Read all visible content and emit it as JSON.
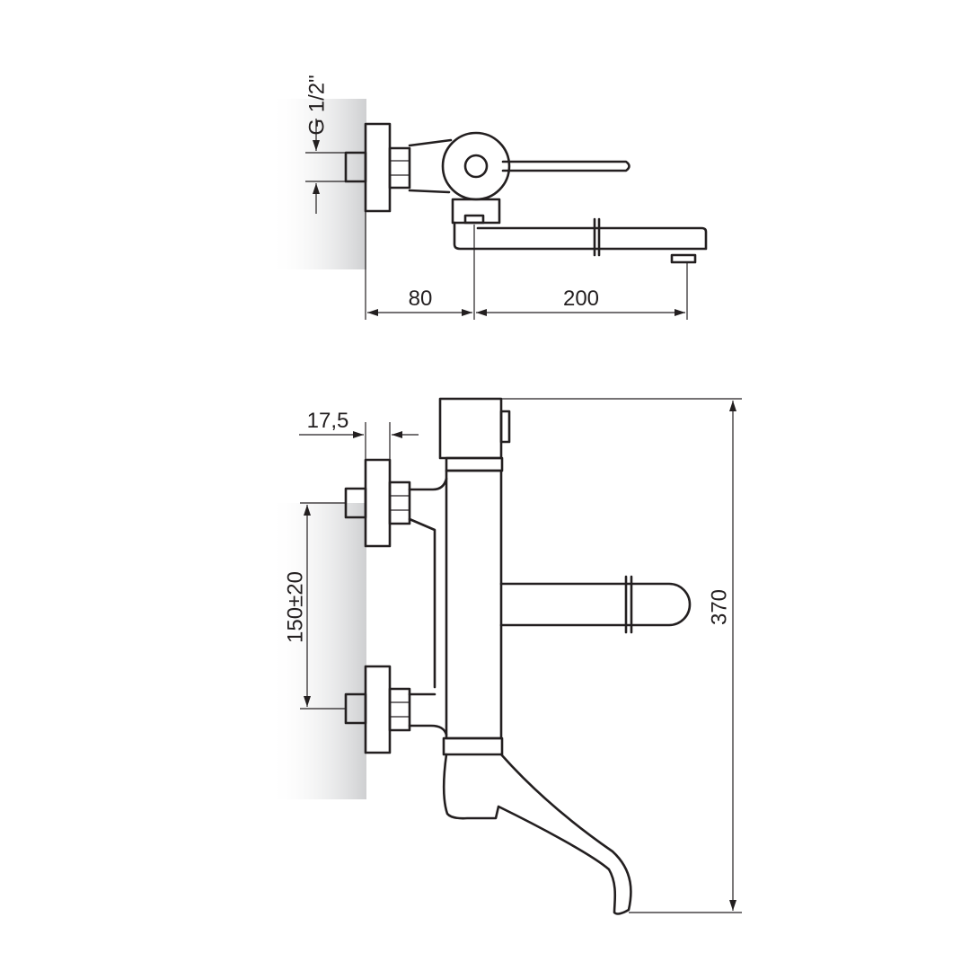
{
  "diagram": {
    "top_view": {
      "thread_label": "G 1/2\"",
      "dim_left": "80",
      "dim_right": "200"
    },
    "front_view": {
      "dim_top": "17,5",
      "dim_side": "150±20",
      "dim_height": "370"
    }
  }
}
